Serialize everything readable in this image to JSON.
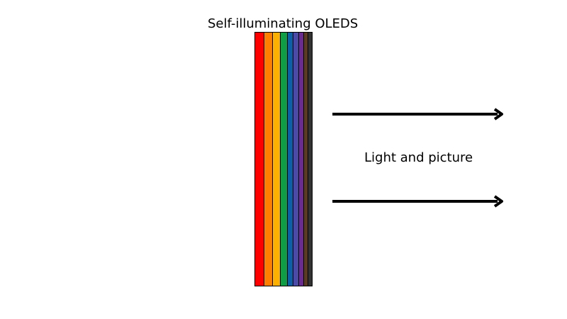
{
  "title": "Self-illuminating OLEDS",
  "arrow_label": "Light and picture",
  "stripes": [
    {
      "name": "red",
      "color": "#ff0000"
    },
    {
      "name": "orange",
      "color": "#ff8000"
    },
    {
      "name": "amber",
      "color": "#fdb000"
    },
    {
      "name": "green",
      "color": "#0f9d46"
    },
    {
      "name": "blue",
      "color": "#0a5fa8"
    },
    {
      "name": "indigo",
      "color": "#4b4aa8"
    },
    {
      "name": "purple",
      "color": "#6a2d8f"
    },
    {
      "name": "brown",
      "color": "#5c3a21"
    },
    {
      "name": "dark-gray",
      "color": "#333333"
    }
  ]
}
